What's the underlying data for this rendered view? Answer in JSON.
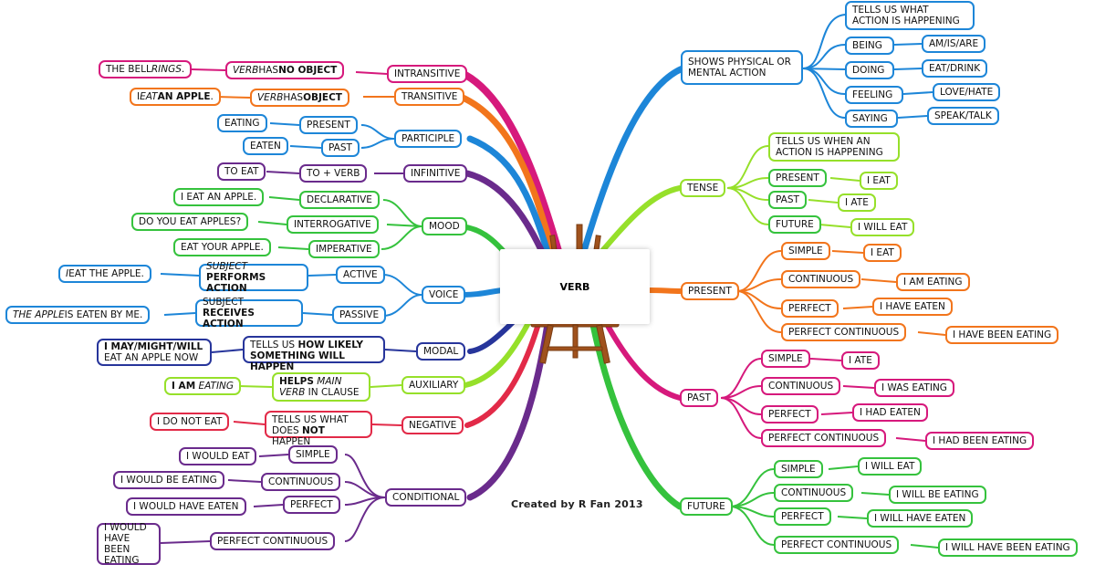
{
  "center": {
    "title": "VERB"
  },
  "credit": "Created by R Fan 2013",
  "colors": {
    "pink": "#d6197c",
    "orange": "#f2751c",
    "blue": "#1d86d8",
    "purple": "#6a2b8c",
    "green": "#35c23d",
    "lime": "#96e02a",
    "red": "#e22a48",
    "navy": "#27359b"
  },
  "left": {
    "intransitive": {
      "label": "INTRANSITIVE",
      "desc_pre": "",
      "desc_verb": "VERB",
      "desc_mid": " HAS ",
      "desc_bold": "NO OBJECT",
      "example_pre": "THE BELL ",
      "example_it": "RINGS",
      "example_post": "."
    },
    "transitive": {
      "label": "TRANSITIVE",
      "desc_verb": "VERB",
      "desc_mid": " HAS ",
      "desc_bold": "OBJECT",
      "example_pre": "I ",
      "example_it": "EAT",
      "example_bold": " AN APPLE",
      "example_post": "."
    },
    "participle": {
      "label": "PARTICIPLE",
      "present": "PRESENT",
      "present_ex": "EATING",
      "past": "PAST",
      "past_ex": "EATEN"
    },
    "infinitive": {
      "label": "INFINITIVE",
      "rule": "TO + VERB",
      "example": "TO EAT"
    },
    "mood": {
      "label": "MOOD",
      "items": [
        {
          "label": "DECLARATIVE",
          "example": "I EAT AN APPLE."
        },
        {
          "label": "INTERROGATIVE",
          "example": "DO YOU EAT APPLES?"
        },
        {
          "label": "IMPERATIVE",
          "example": "EAT YOUR APPLE."
        }
      ]
    },
    "voice": {
      "label": "VOICE",
      "active": "ACTIVE",
      "active_desc_it": "SUBJECT",
      "active_desc_bold": "PERFORMS ACTION",
      "active_ex_it": "I",
      "active_ex": " EAT THE APPLE.",
      "passive": "PASSIVE",
      "passive_desc": "SUBJECT",
      "passive_desc_bold": "RECEIVES ACTION",
      "passive_ex_it": "THE APPLE",
      "passive_ex": " IS EATEN BY ME."
    },
    "modal": {
      "label": "MODAL",
      "desc_pre": "TELLS US ",
      "desc_bold": "HOW LIKELY SOMETHING WILL HAPPEN",
      "example_bold": "I MAY/MIGHT/WILL",
      "example": "EAT AN APPLE NOW"
    },
    "auxiliary": {
      "label": "AUXILIARY",
      "desc_bold": "HELPS",
      "desc_it": "MAIN VERB",
      "desc_post": " IN CLAUSE",
      "example_bold": "I AM",
      "example_it": "EATING"
    },
    "negative": {
      "label": "NEGATIVE",
      "desc_pre": "TELLS US WHAT DOES ",
      "desc_bold": "NOT",
      "desc_post": " HAPPEN",
      "example": "I DO NOT EAT"
    },
    "conditional": {
      "label": "CONDITIONAL",
      "items": [
        {
          "label": "SIMPLE",
          "example": "I WOULD EAT"
        },
        {
          "label": "CONTINUOUS",
          "example": "I WOULD BE EATING"
        },
        {
          "label": "PERFECT",
          "example": "I WOULD HAVE EATEN"
        },
        {
          "label": "PERFECT CONTINUOUS",
          "example": "I WOULD HAVE BEEN EATING"
        }
      ]
    }
  },
  "right": {
    "action": {
      "label": "SHOWS PHYSICAL OR MENTAL ACTION",
      "tells": "TELLS US WHAT ACTION IS HAPPENING",
      "items": [
        {
          "label": "BEING",
          "example": "AM/IS/ARE"
        },
        {
          "label": "DOING",
          "example": "EAT/DRINK"
        },
        {
          "label": "FEELING",
          "example": "LOVE/HATE"
        },
        {
          "label": "SAYING",
          "example": "SPEAK/TALK"
        }
      ]
    },
    "tense": {
      "label": "TENSE",
      "tells": "TELLS US WHEN AN ACTION IS HAPPENING",
      "items": [
        {
          "label": "PRESENT",
          "example": "I EAT"
        },
        {
          "label": "PAST",
          "example": "I ATE"
        },
        {
          "label": "FUTURE",
          "example": "I WILL EAT"
        }
      ]
    },
    "present": {
      "label": "PRESENT",
      "items": [
        {
          "label": "SIMPLE",
          "example": "I EAT"
        },
        {
          "label": "CONTINUOUS",
          "example": "I AM EATING"
        },
        {
          "label": "PERFECT",
          "example": "I HAVE EATEN"
        },
        {
          "label": "PERFECT CONTINUOUS",
          "example": "I HAVE BEEN EATING"
        }
      ]
    },
    "past": {
      "label": "PAST",
      "items": [
        {
          "label": "SIMPLE",
          "example": "I ATE"
        },
        {
          "label": "CONTINUOUS",
          "example": "I WAS EATING"
        },
        {
          "label": "PERFECT",
          "example": "I HAD EATEN"
        },
        {
          "label": "PERFECT CONTINUOUS",
          "example": "I HAD BEEN EATING"
        }
      ]
    },
    "future": {
      "label": "FUTURE",
      "items": [
        {
          "label": "SIMPLE",
          "example": "I WILL EAT"
        },
        {
          "label": "CONTINUOUS",
          "example": "I WILL BE EATING"
        },
        {
          "label": "PERFECT",
          "example": "I WILL HAVE EATEN"
        },
        {
          "label": "PERFECT CONTINUOUS",
          "example": "I WILL HAVE BEEN EATING"
        }
      ]
    }
  }
}
